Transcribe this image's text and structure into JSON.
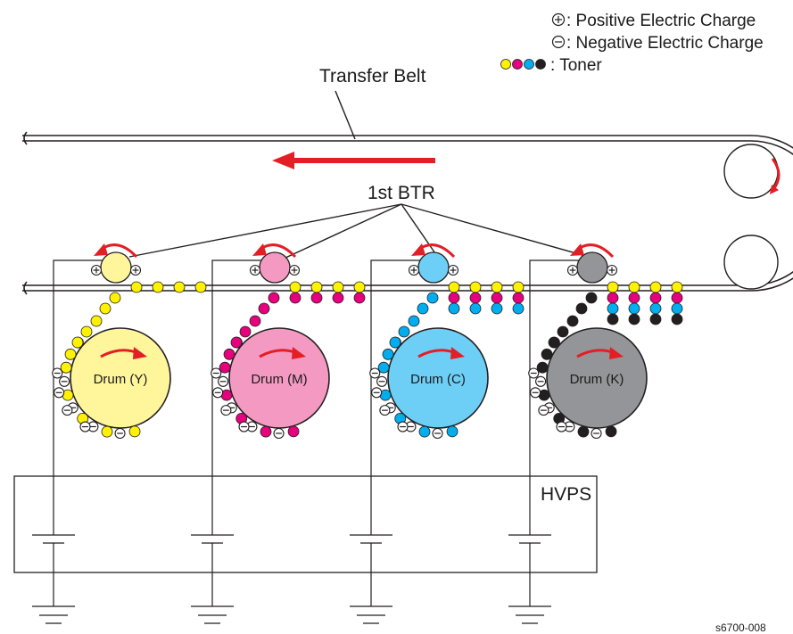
{
  "legend": {
    "positive_label": ": Positive Electric Charge",
    "negative_label": ": Negative Electric Charge",
    "toner_label": ": Toner"
  },
  "labels": {
    "transfer_belt": "Transfer Belt",
    "btr": "1st BTR",
    "hvps": "HVPS",
    "figure_id": "s6700-008"
  },
  "drums": [
    {
      "label": "Drum (Y)",
      "color": "#fff69c",
      "toner": "#fff200",
      "roller": "#fff69c"
    },
    {
      "label": "Drum (M)",
      "color": "#f49ac2",
      "toner": "#e6007e",
      "roller": "#f49ac2"
    },
    {
      "label": "Drum (C)",
      "color": "#6dcff6",
      "toner": "#00aeef",
      "roller": "#6dcff6"
    },
    {
      "label": "Drum (K)",
      "color": "#939598",
      "toner": "#231f20",
      "roller": "#939598"
    }
  ],
  "colors": {
    "arrow": "#e31e24",
    "line": "#231f20",
    "yellow": "#fff200",
    "magenta": "#e6007e",
    "cyan": "#00aeef",
    "black": "#231f20"
  }
}
